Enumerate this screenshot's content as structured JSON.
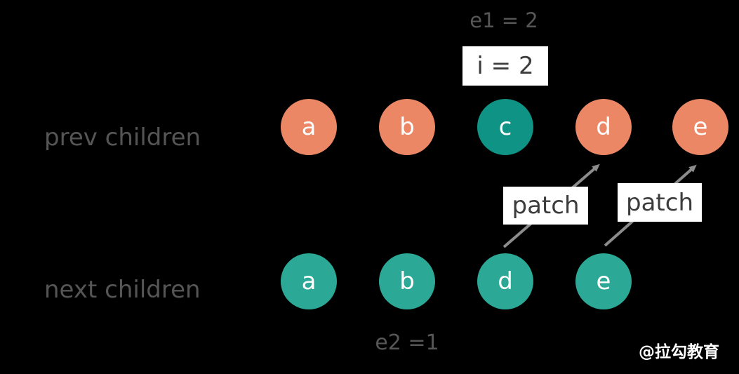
{
  "colors": {
    "background": "#000000",
    "salmon": "#EC8766",
    "teal_dark": "#0E9384",
    "teal_light": "#2BA996",
    "row_label": "#555555",
    "pointer_label": "#565656",
    "box_text": "#3C3C3C",
    "box_bg": "#FFFFFF",
    "arrow": "#8C8C8C",
    "circle_text": "#FFFFFF",
    "watermark": "#FFFFFF"
  },
  "annotations": {
    "e1": "e1 = 2",
    "i_box": "i = 2",
    "e2": "e2 =1",
    "patch_1": "patch",
    "patch_2": "patch"
  },
  "rows": {
    "prev": {
      "label": "prev children",
      "nodes": [
        {
          "text": "a",
          "color": "salmon"
        },
        {
          "text": "b",
          "color": "salmon"
        },
        {
          "text": "c",
          "color": "teal_dark"
        },
        {
          "text": "d",
          "color": "salmon"
        },
        {
          "text": "e",
          "color": "salmon"
        }
      ]
    },
    "next": {
      "label": "next children",
      "nodes": [
        {
          "text": "a",
          "color": "teal_light"
        },
        {
          "text": "b",
          "color": "teal_light"
        },
        {
          "text": "d",
          "color": "teal_light"
        },
        {
          "text": "e",
          "color": "teal_light"
        }
      ]
    }
  },
  "watermark": "@拉勾教育"
}
